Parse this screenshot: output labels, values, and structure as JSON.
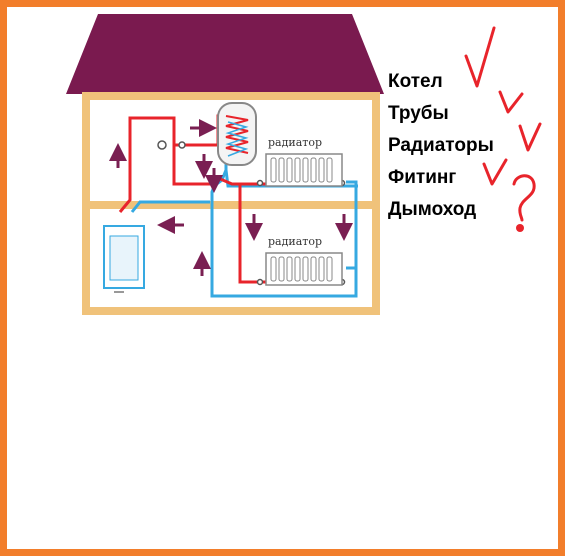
{
  "diagram": {
    "labels": {
      "radiator_upper": "радиатор",
      "radiator_lower": "радиатор"
    },
    "colors": {
      "roof": "#7a1a4f",
      "wall": "#f0c27a",
      "hot_pipe": "#e8242b",
      "cold_pipe": "#36a9e1",
      "arrow": "#7a1f52",
      "frame": "#f27e2b",
      "check_mark": "#e8242b"
    },
    "icons": [
      "boiler-icon",
      "water-heater-icon",
      "radiator-icon",
      "valve-icon",
      "arrow-icon"
    ]
  },
  "checklist": {
    "items": [
      {
        "label": "Котел",
        "mark": "check"
      },
      {
        "label": "Трубы",
        "mark": "check"
      },
      {
        "label": "Радиаторы",
        "mark": "check"
      },
      {
        "label": "Фитинг",
        "mark": "check"
      },
      {
        "label": "Дымоход",
        "mark": "question"
      }
    ]
  }
}
